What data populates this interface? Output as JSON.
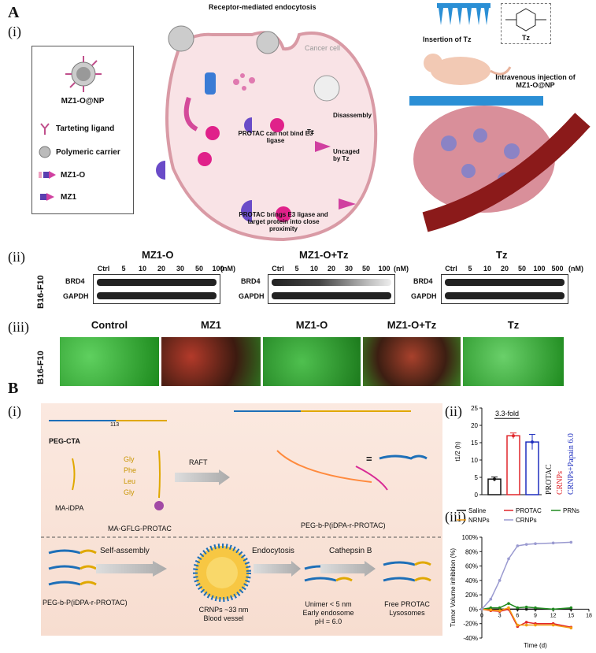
{
  "panelA": {
    "letter": "A",
    "sub_i": "(i)",
    "sub_ii": "(ii)",
    "sub_iii": "(iii)",
    "endocytosis_title": "Receptor-mediated endocytosis",
    "cancer_cell": "Cancer cell",
    "insertion_tz": "Insertion of Tz",
    "tz_label": "Tz",
    "iv_injection": "Intravenous injection of MZ1-O@NP",
    "cannot_bind": "PROTAC can not bind E3 ligase",
    "disassembly": "Disassembly",
    "uncaged": "Uncaged by Tz",
    "brings": "PROTAC brings E3 ligase and target protein into close proximity",
    "tz_small": "Tz",
    "legend": {
      "title": "MZ1-O@NP",
      "items": [
        "Tarteting ligand",
        "Polymeric carrier",
        "MZ1-O",
        "MZ1"
      ]
    },
    "cell_line": "B16-F10",
    "blots": [
      {
        "title": "MZ1-O",
        "lanes": [
          "Ctrl",
          "5",
          "10",
          "20",
          "30",
          "50",
          "100"
        ],
        "unit": "(nM)",
        "rows": [
          "BRD4",
          "GAPDH"
        ]
      },
      {
        "title": "MZ1-O+Tz",
        "lanes": [
          "Ctrl",
          "5",
          "10",
          "20",
          "30",
          "50",
          "100"
        ],
        "unit": "(nM)",
        "rows": [
          "BRD4",
          "GAPDH"
        ]
      },
      {
        "title": "Tz",
        "lanes": [
          "Ctrl",
          "5",
          "10",
          "20",
          "50",
          "100",
          "500"
        ],
        "unit": "(nM)",
        "rows": [
          "BRD4",
          "GAPDH"
        ]
      }
    ],
    "micro_titles": [
      "Control",
      "MZ1",
      "MZ1-O",
      "MZ1-O+Tz",
      "Tz"
    ]
  },
  "panelB": {
    "letter": "B",
    "sub_i": "(i)",
    "sub_ii": "(ii)",
    "sub_iii": "(iii)",
    "peg_cta": "PEG-CTA",
    "ma_idpa": "MA-iDPA",
    "ma_gflg": "MA-GFLG-PROTAC",
    "raft": "RAFT",
    "peg_b": "PEG-b-P(iDPA-r-PROTAC)",
    "self_assembly": "Self-assembly",
    "endocytosis": "Endocytosis",
    "cathepsin": "Cathepsin B",
    "peg_b_bottom": "PEG-b-P(iDPA-r-PROTAC)",
    "crnps_size": "CRNPs ~33 nm",
    "blood_vessel": "Blood vessel",
    "unimer": "Unimer < 5 nm",
    "early_endo": "Early endosome",
    "ph": "pH = 6.0",
    "free_protac": "Free PROTAC",
    "lysosomes": "Lysosomes",
    "n113": "113",
    "amino": [
      "Gly",
      "Phe",
      "Leu",
      "Gly"
    ]
  },
  "chart_data": [
    {
      "type": "bar",
      "categories": [
        "PROTAC",
        "CRNPs",
        "CRNPs+Papain 6.0"
      ],
      "values": [
        4.5,
        17,
        15.2
      ],
      "errors": [
        0.6,
        0.8,
        2.2
      ],
      "colors": [
        "#111111",
        "#e0262b",
        "#1f2fbf"
      ],
      "ylabel": "t1/2 (h)",
      "ylim": [
        0,
        25
      ],
      "yticks": [
        0,
        5,
        10,
        15,
        20,
        25
      ],
      "annotation": "3.3-fold"
    },
    {
      "type": "line",
      "xlabel": "Time (d)",
      "ylabel": "Tumor Volume inhibition  (%)",
      "xlim": [
        0,
        18
      ],
      "xticks": [
        0,
        3,
        6,
        9,
        12,
        15,
        18
      ],
      "ylim": [
        -40,
        100
      ],
      "yticks": [
        -40,
        -20,
        0,
        20,
        40,
        60,
        80,
        100
      ],
      "ytick_labels": [
        "-40%",
        "-20%",
        "0%",
        "20%",
        "40%",
        "60%",
        "80%",
        "100%"
      ],
      "series": [
        {
          "name": "Saline",
          "color": "#111111",
          "x": [
            0,
            1.5,
            3,
            4.5,
            6,
            7.5,
            9,
            12,
            15
          ],
          "y": [
            0,
            0,
            0,
            0,
            0,
            0,
            0,
            0,
            0
          ]
        },
        {
          "name": "PROTAC",
          "color": "#e0262b",
          "x": [
            0,
            1.5,
            3,
            4.5,
            6,
            7.5,
            9,
            12,
            15
          ],
          "y": [
            0,
            -2,
            -3,
            0,
            -24,
            -18,
            -20,
            -20,
            -25
          ]
        },
        {
          "name": "PRNs",
          "color": "#1f8a1f",
          "x": [
            0,
            1.5,
            3,
            4.5,
            6,
            7.5,
            9,
            12,
            15
          ],
          "y": [
            0,
            2,
            2,
            8,
            2,
            3,
            2,
            0,
            2
          ]
        },
        {
          "name": "NRNPs",
          "color": "#f39c12",
          "x": [
            0,
            1.5,
            3,
            4.5,
            6,
            7.5,
            9,
            12,
            15
          ],
          "y": [
            0,
            -1,
            -2,
            2,
            -22,
            -22,
            -22,
            -22,
            -26
          ]
        },
        {
          "name": "CRNPs",
          "color": "#9a9ad0",
          "x": [
            0,
            1.5,
            3,
            4.5,
            6,
            7.5,
            9,
            12,
            15
          ],
          "y": [
            0,
            14,
            40,
            70,
            88,
            90,
            91,
            92,
            93
          ]
        }
      ]
    }
  ]
}
